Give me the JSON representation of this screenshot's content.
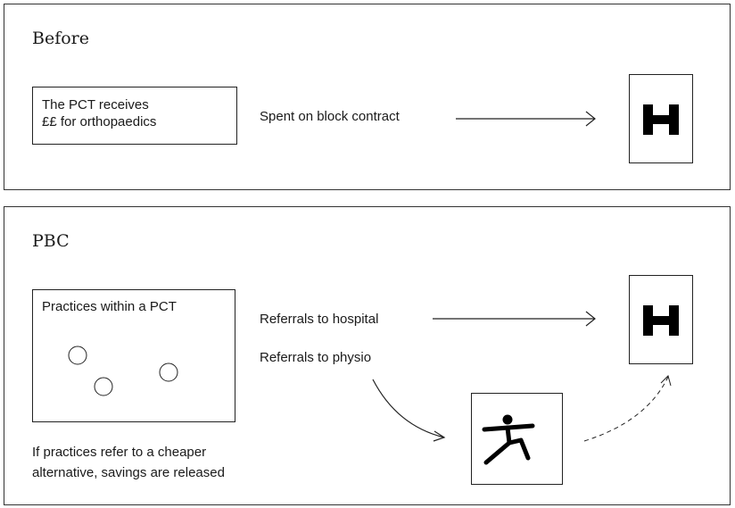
{
  "before": {
    "title": "Before",
    "box_text_line1": "The PCT receives",
    "box_text_line2": "££ for orthopaedics",
    "arrow_label": "Spent on block contract",
    "hospital_icon": "hospital-h-icon"
  },
  "pbc": {
    "title": "PBC",
    "practices_label": "Practices within a PCT",
    "referrals_hospital": "Referrals to hospital",
    "referrals_physio": "Referrals to physio",
    "footnote_line1": "If practices refer to a cheaper",
    "footnote_line2": "alternative, savings are released",
    "hospital_icon": "hospital-h-icon",
    "physio_icon": "physio-figure-icon",
    "practice_icon": "practice-circle-icon"
  },
  "colors": {
    "line": "#222222",
    "text": "#1a1a1a",
    "icon": "#000000"
  }
}
